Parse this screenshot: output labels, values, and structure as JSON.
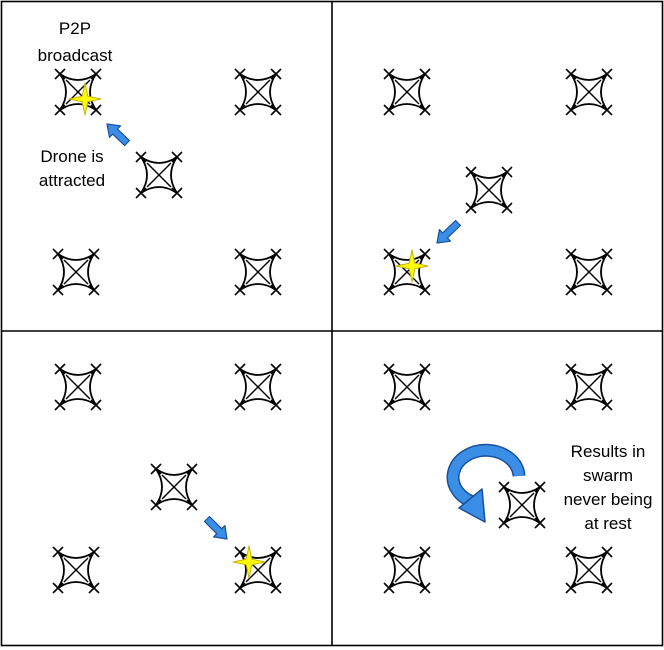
{
  "panels": [
    {
      "id": "top-left",
      "drones": [
        {
          "label": "drone-1",
          "broadcasting": true
        },
        {
          "label": "drone-2",
          "broadcasting": false
        },
        {
          "label": "drone-3",
          "broadcasting": false
        },
        {
          "label": "drone-4",
          "broadcasting": false
        },
        {
          "label": "drone-5",
          "broadcasting": false
        }
      ],
      "arrow": "toward-broadcaster",
      "texts": {
        "broadcast": [
          "P2P",
          "broadcast"
        ],
        "attracted": [
          "Drone is",
          "attracted"
        ]
      }
    },
    {
      "id": "top-right",
      "drones": [
        {
          "label": "drone-1",
          "broadcasting": false
        },
        {
          "label": "drone-2",
          "broadcasting": false
        },
        {
          "label": "drone-3",
          "broadcasting": false
        },
        {
          "label": "drone-4",
          "broadcasting": true
        },
        {
          "label": "drone-5",
          "broadcasting": false
        }
      ],
      "arrow": "toward-broadcaster"
    },
    {
      "id": "bottom-left",
      "drones": [
        {
          "label": "drone-1",
          "broadcasting": false
        },
        {
          "label": "drone-2",
          "broadcasting": false
        },
        {
          "label": "drone-3",
          "broadcasting": false
        },
        {
          "label": "drone-4",
          "broadcasting": false
        },
        {
          "label": "drone-5",
          "broadcasting": true
        }
      ],
      "arrow": "toward-broadcaster"
    },
    {
      "id": "bottom-right",
      "drones": [
        {
          "label": "drone-1",
          "broadcasting": false
        },
        {
          "label": "drone-2",
          "broadcasting": false
        },
        {
          "label": "drone-3",
          "broadcasting": false
        },
        {
          "label": "drone-4",
          "broadcasting": false
        },
        {
          "label": "drone-5",
          "broadcasting": false
        }
      ],
      "arrow": "circular-loop",
      "texts": {
        "result": [
          "Results in",
          "swarm",
          "never being",
          "at rest"
        ]
      }
    }
  ],
  "colors": {
    "border": "#000000",
    "drone": "#000000",
    "star_fill": "#ffff00",
    "star_stroke": "#c8b400",
    "arrow_fill": "#3a8ee6",
    "arrow_stroke": "#1a4f9c"
  },
  "icons": {
    "drone": "quadcopter-icon",
    "broadcast": "star-burst-icon",
    "arrow": "direction-arrow-icon"
  }
}
